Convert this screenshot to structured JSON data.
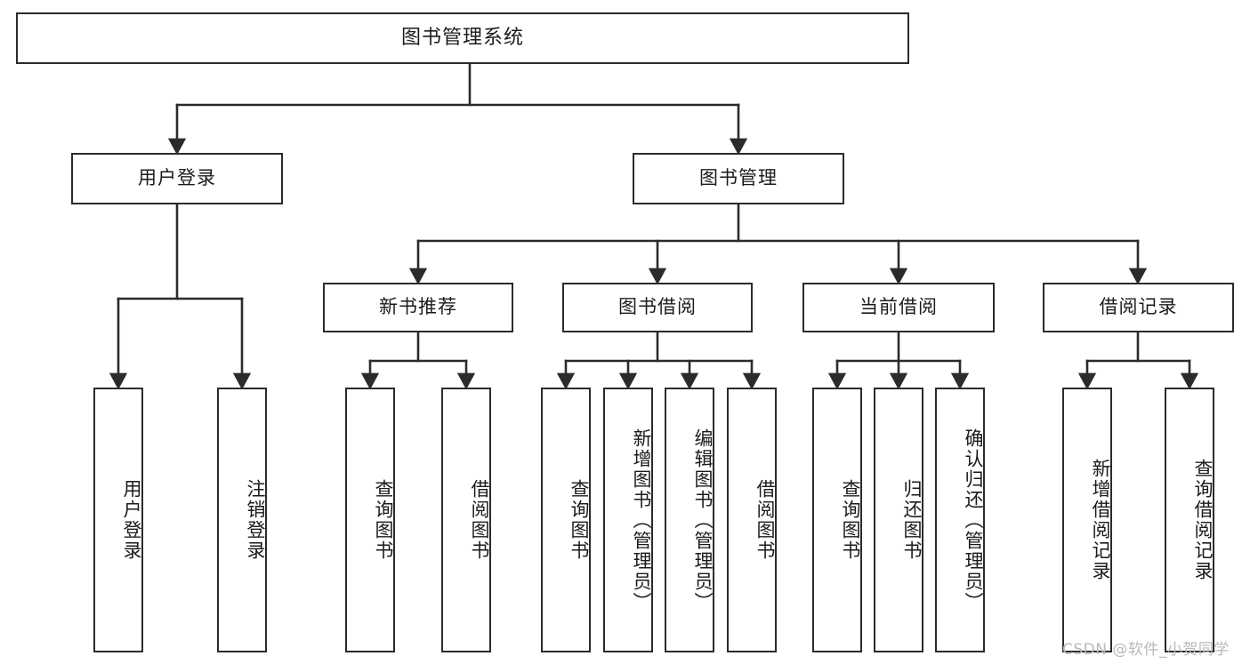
{
  "diagram": {
    "title": "图书管理系统",
    "type": "tree-hierarchy-chart",
    "watermark": "CSDN @软件_小贺同学",
    "colors": {
      "box_border": "#2b2b2b",
      "box_fill": "#ffffff",
      "edge": "#2b2b2b",
      "text": "#1b1b1b",
      "watermark": "#b9b9b9",
      "background": "#ffffff"
    },
    "levels": {
      "root": {
        "label": "图书管理系统"
      },
      "level2": [
        {
          "id": "user-login",
          "label": "用户登录"
        },
        {
          "id": "book-manage",
          "label": "图书管理"
        }
      ],
      "level3": [
        {
          "id": "new-book-recommend",
          "label": "新书推荐",
          "parent": "book-manage"
        },
        {
          "id": "book-borrow",
          "label": "图书借阅",
          "parent": "book-manage"
        },
        {
          "id": "current-borrow",
          "label": "当前借阅",
          "parent": "book-manage"
        },
        {
          "id": "borrow-record",
          "label": "借阅记录",
          "parent": "book-manage"
        }
      ],
      "leaves": [
        {
          "id": "leaf-user-login",
          "label": "用户登录",
          "parent": "user-login"
        },
        {
          "id": "leaf-user-logout",
          "label": "注销登录",
          "parent": "user-login"
        },
        {
          "id": "leaf-query-book-1",
          "label": "查询图书",
          "parent": "new-book-recommend"
        },
        {
          "id": "leaf-borrow-book-1",
          "label": "借阅图书",
          "parent": "new-book-recommend"
        },
        {
          "id": "leaf-query-book-2",
          "label": "查询图书",
          "parent": "book-borrow"
        },
        {
          "id": "leaf-add-book",
          "label": "新增图书（管理员）",
          "parent": "book-borrow"
        },
        {
          "id": "leaf-edit-book",
          "label": "编辑图书（管理员）",
          "parent": "book-borrow"
        },
        {
          "id": "leaf-borrow-book-2",
          "label": "借阅图书",
          "parent": "book-borrow"
        },
        {
          "id": "leaf-query-book-3",
          "label": "查询图书",
          "parent": "current-borrow"
        },
        {
          "id": "leaf-return-book",
          "label": "归还图书",
          "parent": "current-borrow"
        },
        {
          "id": "leaf-confirm-return",
          "label": "确认归还（管理员）",
          "parent": "current-borrow"
        },
        {
          "id": "leaf-add-record",
          "label": "新增借阅记录",
          "parent": "borrow-record"
        },
        {
          "id": "leaf-query-record",
          "label": "查询借阅记录",
          "parent": "borrow-record"
        }
      ]
    }
  }
}
